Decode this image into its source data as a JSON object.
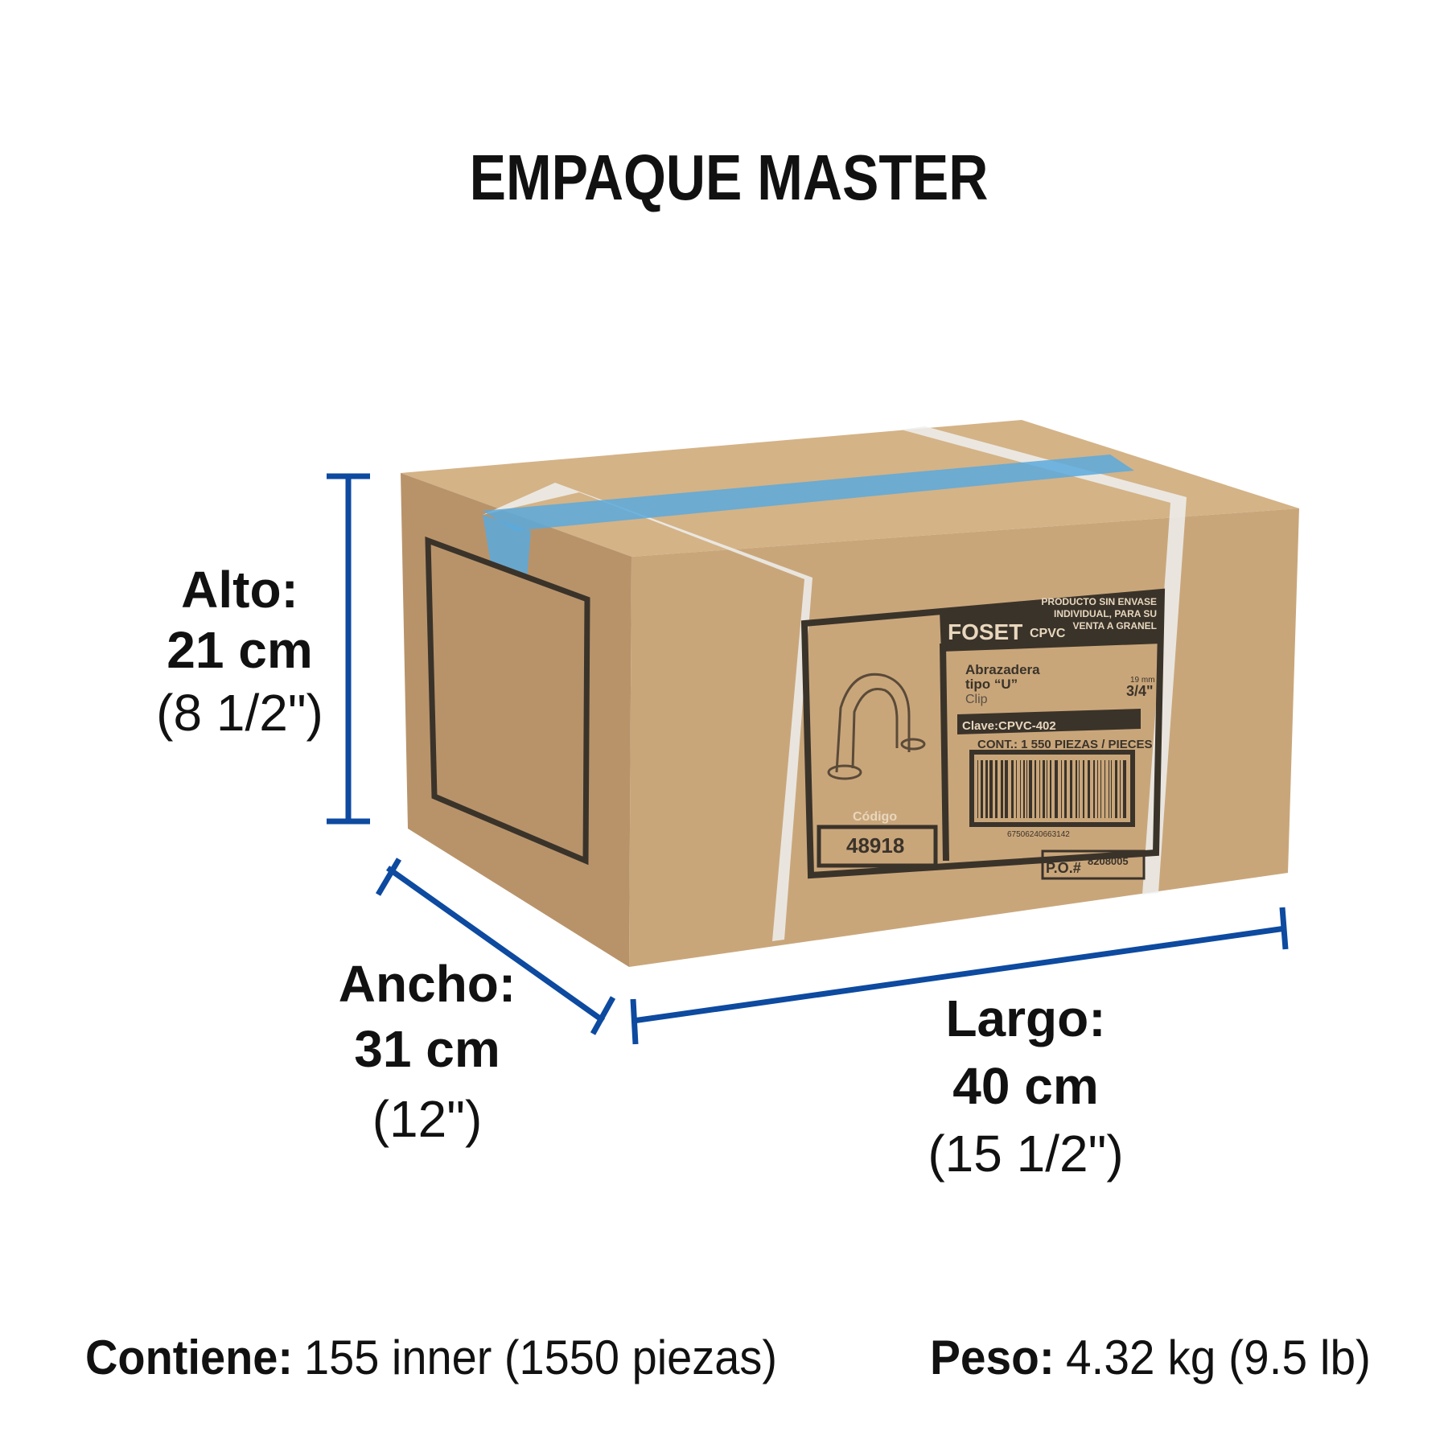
{
  "title": "EMPAQUE MASTER",
  "colors": {
    "dimension_line": "#0d4aa0",
    "cardboard": "#c9a67a",
    "tape": "#5aa9dd"
  },
  "dimensions": {
    "alto": {
      "label": "Alto:",
      "metric": "21 cm",
      "imperial": "(8 1/2\")"
    },
    "ancho": {
      "label": "Ancho:",
      "metric": "31 cm",
      "imperial": "(12\")"
    },
    "largo": {
      "label": "Largo:",
      "metric": "40 cm",
      "imperial": "(15 1/2\")"
    }
  },
  "footer": {
    "contents_label": "Contiene:",
    "contents_value": "155 inner (1550 piezas)",
    "weight_label": "Peso:",
    "weight_value": "4.32 kg (9.5 lb)"
  },
  "box_label": {
    "brand": "FOSET",
    "line": "CPVC",
    "notice": [
      "PRODUCTO SIN ENVASE",
      "INDIVIDUAL, PARA SU",
      "VENTA A GRANEL"
    ],
    "product": [
      "Abrazadera",
      "tipo “U”"
    ],
    "product_en": "Clip",
    "size_mm": "19 mm",
    "size_in": "3/4\"",
    "clave": "Clave:CPVC-402",
    "content": "CONT.: 1 550 PIEZAS / PIECES",
    "barcode_number": "67506240663142",
    "codigo_label": "Código",
    "codigo": "48918",
    "po_label": "P.O.#",
    "po": "8208005"
  }
}
